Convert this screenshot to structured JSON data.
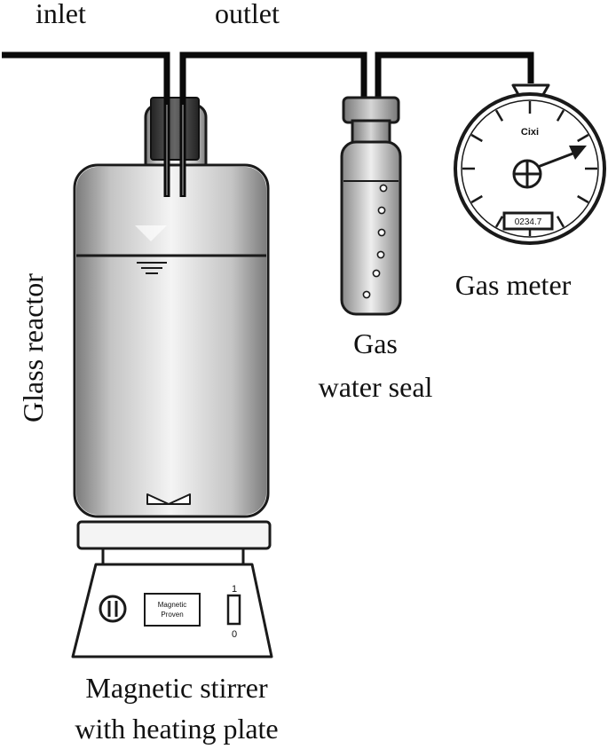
{
  "labels": {
    "inlet": "inlet",
    "outlet": "outlet",
    "glass_reactor": "Glass reactor",
    "gas_water_seal_line1": "Gas",
    "gas_water_seal_line2": "water seal",
    "gas_meter": "Gas meter",
    "stirrer_line1": "Magnetic stirrer",
    "stirrer_line2": "with heating plate"
  },
  "gas_meter_dial": {
    "brand": "Cixi",
    "reading": "0234.7"
  },
  "stirrer_panel": {
    "display_line1": "Magnetic",
    "display_line2": "Proven",
    "switch_on": "1",
    "switch_off": "0"
  },
  "colors": {
    "tube": "#0a0a0a",
    "outline": "#1a1a1a",
    "glass_light": "#f2f2f2",
    "glass_dark": "#8c8c8c"
  }
}
